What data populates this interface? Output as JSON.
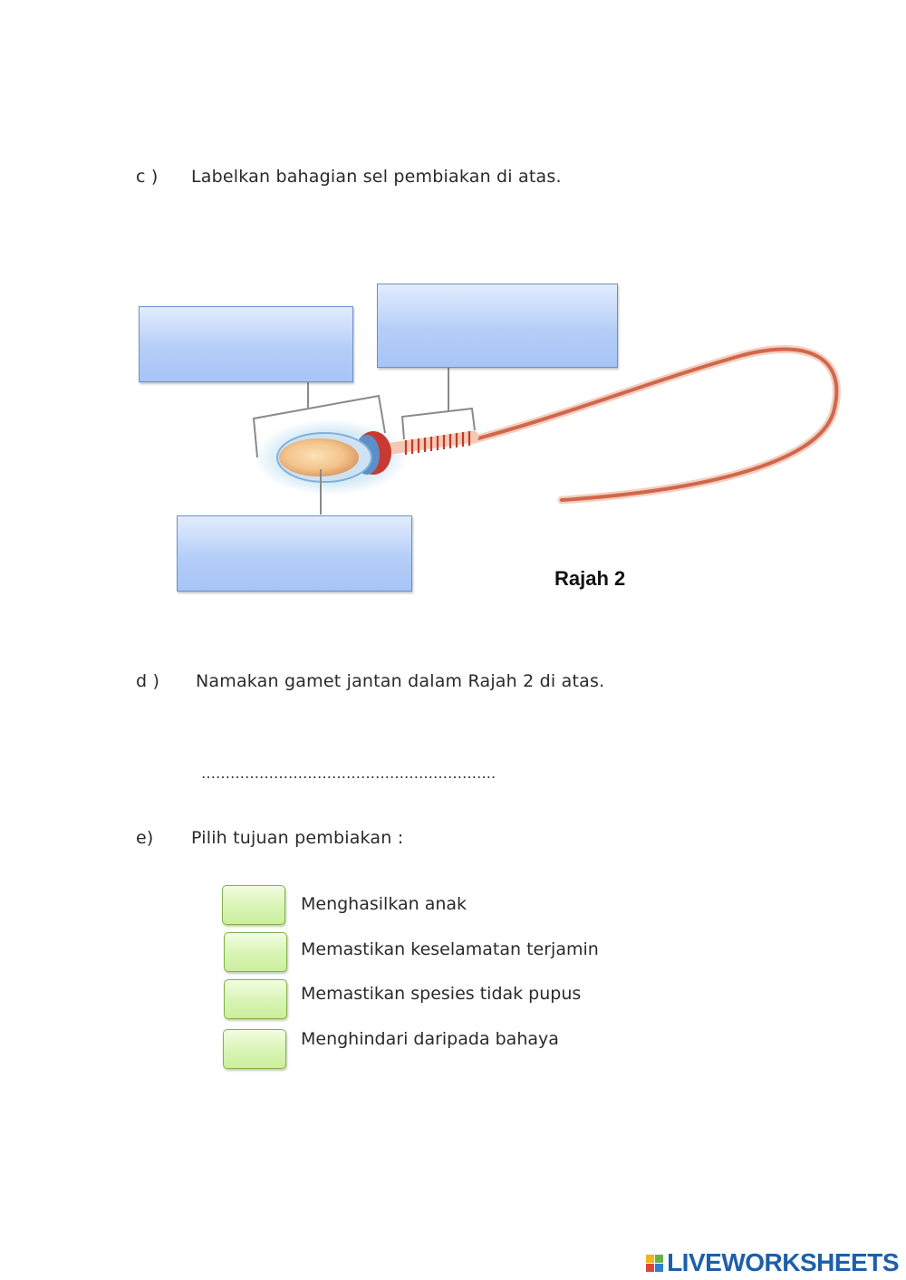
{
  "question_c": {
    "marker": "c )",
    "text": "Labelkan bahagian sel pembiakan di atas."
  },
  "figure": {
    "caption": "Rajah 2"
  },
  "question_d": {
    "marker": "d )",
    "text": "Namakan gamet jantan dalam Rajah 2 di atas.",
    "answer_line": "……………………………………………………."
  },
  "question_e": {
    "marker": "e)",
    "text": "Pilih tujuan pembiakan :",
    "options": [
      "Menghasilkan anak",
      "Memastikan keselamatan terjamin",
      "Memastikan spesies tidak pupus",
      "Menghindari daripada bahaya"
    ]
  },
  "footer": {
    "logo_text": "LIVEWORKSHEETS"
  },
  "colors": {
    "label_box": "#b5cef8",
    "check_box": "#d8f4b4",
    "brand": "#1d5fa8"
  }
}
